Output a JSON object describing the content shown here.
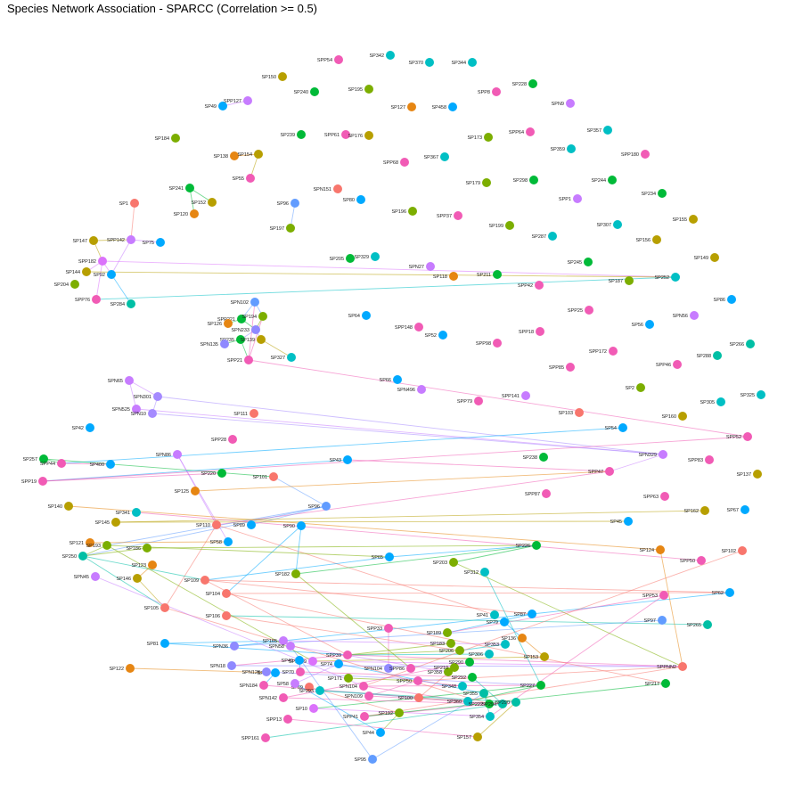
{
  "title": "Species Network Association - SPARCC (Correlation >= 0.5)",
  "nodes": [
    {
      "label": "SPP54",
      "c": "#f15bb5"
    },
    {
      "label": "SP342",
      "c": "#00bfc4"
    },
    {
      "label": "SP370",
      "c": "#00bfc4"
    },
    {
      "label": "SP344",
      "c": "#00bfc4"
    },
    {
      "label": "SP150",
      "c": "#b79f00"
    },
    {
      "label": "SP240",
      "c": "#00ba38"
    },
    {
      "label": "SP195",
      "c": "#7cae00"
    },
    {
      "label": "SP228",
      "c": "#00ba38"
    },
    {
      "label": "SPP8",
      "c": "#f15bb5"
    },
    {
      "label": "SP49",
      "c": "#00a9ff"
    },
    {
      "label": "SPP127",
      "c": "#c77cff"
    },
    {
      "label": "SP127",
      "c": "#e68613"
    },
    {
      "label": "SP458",
      "c": "#00a9ff"
    },
    {
      "label": "SPN9",
      "c": "#c77cff"
    },
    {
      "label": "SP357",
      "c": "#00bfc4"
    },
    {
      "label": "SP184",
      "c": "#7cae00"
    },
    {
      "label": "SP239",
      "c": "#00ba38"
    },
    {
      "label": "SPP61",
      "c": "#f15bb5"
    },
    {
      "label": "SP176",
      "c": "#b79f00"
    },
    {
      "label": "SP173",
      "c": "#7cae00"
    },
    {
      "label": "SPP64",
      "c": "#f15bb5"
    },
    {
      "label": "SP359",
      "c": "#00bfc4"
    },
    {
      "label": "SPP180",
      "c": "#f15bb5"
    },
    {
      "label": "SP138",
      "c": "#e68613"
    },
    {
      "label": "SP154",
      "c": "#b79f00"
    },
    {
      "label": "SPP68",
      "c": "#f15bb5"
    },
    {
      "label": "SP367",
      "c": "#00bfc4"
    },
    {
      "label": "SP55",
      "c": "#f15bb5"
    },
    {
      "label": "SP179",
      "c": "#7cae00"
    },
    {
      "label": "SP298",
      "c": "#00ba38"
    },
    {
      "label": "SP244",
      "c": "#00ba38"
    },
    {
      "label": "SP241",
      "c": "#00ba38"
    },
    {
      "label": "SPN151",
      "c": "#f8766d"
    },
    {
      "label": "SP80",
      "c": "#00a9ff"
    },
    {
      "label": "SPP1",
      "c": "#c77cff"
    },
    {
      "label": "SP234",
      "c": "#00ba38"
    },
    {
      "label": "SP152",
      "c": "#b79f00"
    },
    {
      "label": "SP96",
      "c": "#619cff"
    },
    {
      "label": "SP1",
      "c": "#f8766d"
    },
    {
      "label": "SP120",
      "c": "#e68613"
    },
    {
      "label": "SP196",
      "c": "#7cae00"
    },
    {
      "label": "SPP37",
      "c": "#f15bb5"
    },
    {
      "label": "SP199",
      "c": "#7cae00"
    },
    {
      "label": "SP307",
      "c": "#00bfc4"
    },
    {
      "label": "SP155",
      "c": "#b79f00"
    },
    {
      "label": "SP197",
      "c": "#7cae00"
    },
    {
      "label": "SP287",
      "c": "#00bfc4"
    },
    {
      "label": "SP156",
      "c": "#b79f00"
    },
    {
      "label": "SP147",
      "c": "#b79f00"
    },
    {
      "label": "SPP142",
      "c": "#c77cff"
    },
    {
      "label": "SP75",
      "c": "#00a9ff"
    },
    {
      "label": "SP205",
      "c": "#00ba38"
    },
    {
      "label": "SP329",
      "c": "#00bfc4"
    },
    {
      "label": "SP149",
      "c": "#b79f00"
    },
    {
      "label": "SPP182",
      "c": "#db72fb"
    },
    {
      "label": "SP245",
      "c": "#00ba38"
    },
    {
      "label": "SP144",
      "c": "#b79f00"
    },
    {
      "label": "SPN27",
      "c": "#c77cff"
    },
    {
      "label": "SP211",
      "c": "#00ba38"
    },
    {
      "label": "SP92",
      "c": "#00a9ff"
    },
    {
      "label": "SP118",
      "c": "#e68613"
    },
    {
      "label": "SP187",
      "c": "#7cae00"
    },
    {
      "label": "SP252",
      "c": "#00bfc4"
    },
    {
      "label": "SP204",
      "c": "#7cae00"
    },
    {
      "label": "SPP42",
      "c": "#f15bb5"
    },
    {
      "label": "SPP76",
      "c": "#f15bb5"
    },
    {
      "label": "SP284",
      "c": "#00bfa5"
    },
    {
      "label": "SPN102",
      "c": "#619cff"
    },
    {
      "label": "SP86",
      "c": "#00a9ff"
    },
    {
      "label": "SPP25",
      "c": "#f15bb5"
    },
    {
      "label": "SPP221",
      "c": "#00ba38"
    },
    {
      "label": "SP194",
      "c": "#7cae00"
    },
    {
      "label": "SP126",
      "c": "#e68613"
    },
    {
      "label": "SPN56",
      "c": "#c77cff"
    },
    {
      "label": "SPN233",
      "c": "#8f89ff"
    },
    {
      "label": "SP64",
      "c": "#00a9ff"
    },
    {
      "label": "SP56",
      "c": "#00a9ff"
    },
    {
      "label": "SPP148",
      "c": "#f15bb5"
    },
    {
      "label": "SPP18",
      "c": "#f15bb5"
    },
    {
      "label": "SP235",
      "c": "#00ba38"
    },
    {
      "label": "SP139",
      "c": "#b79f00"
    },
    {
      "label": "SP52",
      "c": "#00a9ff"
    },
    {
      "label": "SP266",
      "c": "#00bfa5"
    },
    {
      "label": "SPN135",
      "c": "#8f89ff"
    },
    {
      "label": "SPP98",
      "c": "#f15bb5"
    },
    {
      "label": "SP288",
      "c": "#00bfa5"
    },
    {
      "label": "SPP172",
      "c": "#f15bb5"
    },
    {
      "label": "SPP21",
      "c": "#f15bb5"
    },
    {
      "label": "SP327",
      "c": "#00bfc4"
    },
    {
      "label": "SPP85",
      "c": "#f15bb5"
    },
    {
      "label": "SPP46",
      "c": "#f15bb5"
    },
    {
      "label": "SPN65",
      "c": "#c77cff"
    },
    {
      "label": "SP66",
      "c": "#00a9ff"
    },
    {
      "label": "SPN496",
      "c": "#c77cff"
    },
    {
      "label": "SP2",
      "c": "#7cae00"
    },
    {
      "label": "SP325",
      "c": "#00bfc4"
    },
    {
      "label": "SPN301",
      "c": "#a58aff"
    },
    {
      "label": "SPP141",
      "c": "#c77cff"
    },
    {
      "label": "SP305",
      "c": "#00bfc4"
    },
    {
      "label": "SPN525",
      "c": "#c77cff"
    },
    {
      "label": "SPN10",
      "c": "#a58aff"
    },
    {
      "label": "SPP79",
      "c": "#f15bb5"
    },
    {
      "label": "SP103",
      "c": "#f8766d"
    },
    {
      "label": "SP160",
      "c": "#b79f00"
    },
    {
      "label": "SP111",
      "c": "#f8766d"
    },
    {
      "label": "SP42",
      "c": "#00a9ff"
    },
    {
      "label": "SP54",
      "c": "#00a9ff"
    },
    {
      "label": "SPP52",
      "c": "#f15bb5"
    },
    {
      "label": "SP257",
      "c": "#00ba38"
    },
    {
      "label": "SPP28",
      "c": "#f15bb5"
    },
    {
      "label": "SPP44",
      "c": "#f15bb5"
    },
    {
      "label": "SP400",
      "c": "#00a9ff"
    },
    {
      "label": "SPN86",
      "c": "#c77cff"
    },
    {
      "label": "SPN329",
      "c": "#c77cff"
    },
    {
      "label": "SP238",
      "c": "#00ba38"
    },
    {
      "label": "SPP83",
      "c": "#f15bb5"
    },
    {
      "label": "SPP19",
      "c": "#f15bb5"
    },
    {
      "label": "SP220",
      "c": "#00ba38"
    },
    {
      "label": "SP101",
      "c": "#f8766d"
    },
    {
      "label": "SP43",
      "c": "#00a9ff"
    },
    {
      "label": "SPP47",
      "c": "#f15bb5"
    },
    {
      "label": "SP137",
      "c": "#b79f00"
    },
    {
      "label": "SP125",
      "c": "#e68613"
    },
    {
      "label": "SPP87",
      "c": "#f15bb5"
    },
    {
      "label": "SPP63",
      "c": "#f15bb5"
    },
    {
      "label": "SP140",
      "c": "#b79f00"
    },
    {
      "label": "SP96",
      "c": "#619cff"
    },
    {
      "label": "SP341",
      "c": "#00bfc4"
    },
    {
      "label": "SP162",
      "c": "#b79f00"
    },
    {
      "label": "SP67",
      "c": "#00a9ff"
    },
    {
      "label": "SP145",
      "c": "#b79f00"
    },
    {
      "label": "SP110",
      "c": "#f8766d"
    },
    {
      "label": "SP89",
      "c": "#00a9ff"
    },
    {
      "label": "SP90",
      "c": "#00a9ff"
    },
    {
      "label": "SP45",
      "c": "#00a9ff"
    },
    {
      "label": "SP58",
      "c": "#00a9ff"
    },
    {
      "label": "SP121",
      "c": "#e68613"
    },
    {
      "label": "SP193",
      "c": "#7cae00"
    },
    {
      "label": "SP186",
      "c": "#7cae00"
    },
    {
      "label": "SP226",
      "c": "#00ba38"
    },
    {
      "label": "SP250",
      "c": "#00bfa5"
    },
    {
      "label": "SP124",
      "c": "#e68613"
    },
    {
      "label": "SPP50",
      "c": "#f15bb5"
    },
    {
      "label": "SP102",
      "c": "#f8766d"
    },
    {
      "label": "SP65",
      "c": "#00a9ff"
    },
    {
      "label": "SP123",
      "c": "#e68613"
    },
    {
      "label": "SP203",
      "c": "#7cae00"
    },
    {
      "label": "SP312",
      "c": "#00bfc4"
    },
    {
      "label": "SPN45",
      "c": "#c77cff"
    },
    {
      "label": "SP146",
      "c": "#b79f00"
    },
    {
      "label": "SP182",
      "c": "#7cae00"
    },
    {
      "label": "SP109",
      "c": "#f8766d"
    },
    {
      "label": "SP104",
      "c": "#f8766d"
    },
    {
      "label": "SPP53",
      "c": "#f15bb5"
    },
    {
      "label": "SP62",
      "c": "#00a9ff"
    },
    {
      "label": "SP105",
      "c": "#f8766d"
    },
    {
      "label": "SP41",
      "c": "#00bfc4"
    },
    {
      "label": "SP87",
      "c": "#00a9ff"
    },
    {
      "label": "SP106",
      "c": "#f8766d"
    },
    {
      "label": "SP79",
      "c": "#00a9ff"
    },
    {
      "label": "SP97",
      "c": "#619cff"
    },
    {
      "label": "SP265",
      "c": "#00bfa5"
    },
    {
      "label": "SPP33",
      "c": "#f15bb5"
    },
    {
      "label": "SP189",
      "c": "#7cae00"
    },
    {
      "label": "SP81",
      "c": "#00a9ff"
    },
    {
      "label": "SP136",
      "c": "#e68613"
    },
    {
      "label": "SP165",
      "c": "#c77cff"
    },
    {
      "label": "SP183",
      "c": "#7cae00"
    },
    {
      "label": "SP353",
      "c": "#00bfc4"
    },
    {
      "label": "SPN36",
      "c": "#8f89ff"
    },
    {
      "label": "SP206",
      "c": "#7cae00"
    },
    {
      "label": "SP306",
      "c": "#00bfc4"
    },
    {
      "label": "SP153",
      "c": "#b79f00"
    },
    {
      "label": "SP122",
      "c": "#e68613"
    },
    {
      "label": "SPP39",
      "c": "#f15bb5"
    },
    {
      "label": "SPN18",
      "c": "#8f89ff"
    },
    {
      "label": "SPP149",
      "c": "#db72fb"
    },
    {
      "label": "SP59",
      "c": "#00a9ff"
    },
    {
      "label": "SPPNN2",
      "c": "#f8766d"
    },
    {
      "label": "SPN104",
      "c": "#8f89ff"
    },
    {
      "label": "SPP86",
      "c": "#f15bb5"
    },
    {
      "label": "SP171",
      "c": "#7cae00"
    },
    {
      "label": "SPN128",
      "c": "#8f89ff"
    },
    {
      "label": "SPN184",
      "c": "#f15bb5"
    },
    {
      "label": "SPN104",
      "c": "#f15bb5"
    },
    {
      "label": "SPP50",
      "c": "#f15bb5"
    },
    {
      "label": "SP227",
      "c": "#00ba38"
    },
    {
      "label": "SP217",
      "c": "#00ba38"
    },
    {
      "label": "SP69",
      "c": "#f8766d"
    },
    {
      "label": "SP100",
      "c": "#f8766d"
    },
    {
      "label": "SPN142",
      "c": "#f15bb5"
    },
    {
      "label": "SPN109",
      "c": "#f15bb5"
    },
    {
      "label": "SP10",
      "c": "#db72fb"
    },
    {
      "label": "SPP41",
      "c": "#f15bb5"
    },
    {
      "label": "SP192",
      "c": "#7cae00"
    },
    {
      "label": "SP360",
      "c": "#00bfc4"
    },
    {
      "label": "SP222",
      "c": "#00ba38"
    },
    {
      "label": "SP294",
      "c": "#00bfa5"
    },
    {
      "label": "SP354",
      "c": "#00bfc4"
    },
    {
      "label": "SPP13",
      "c": "#f15bb5"
    },
    {
      "label": "SP44",
      "c": "#00a9ff"
    },
    {
      "label": "SPP161",
      "c": "#f15bb5"
    },
    {
      "label": "SP157",
      "c": "#b79f00"
    },
    {
      "label": "SP95",
      "c": "#619cff"
    },
    {
      "label": "SP58",
      "c": "#c77cff"
    },
    {
      "label": "SP49",
      "c": "#00a9ff"
    },
    {
      "label": "SP290",
      "c": "#00bfa5"
    },
    {
      "label": "SPN58",
      "c": "#c77cff"
    },
    {
      "label": "SP74",
      "c": "#00a9ff"
    },
    {
      "label": "SP70",
      "c": "#f15bb5"
    },
    {
      "label": "SP293",
      "c": "#00bfc4"
    },
    {
      "label": "SP358",
      "c": "#7cae00"
    },
    {
      "label": "SP355",
      "c": "#00bfa5"
    },
    {
      "label": "SP292",
      "c": "#00ba38"
    },
    {
      "label": "SP348",
      "c": "#00bfc4"
    },
    {
      "label": "SP210",
      "c": "#7cae00"
    },
    {
      "label": "SP290",
      "c": "#00ba38"
    },
    {
      "label": "SP30",
      "c": "#00bfc4"
    }
  ]
}
